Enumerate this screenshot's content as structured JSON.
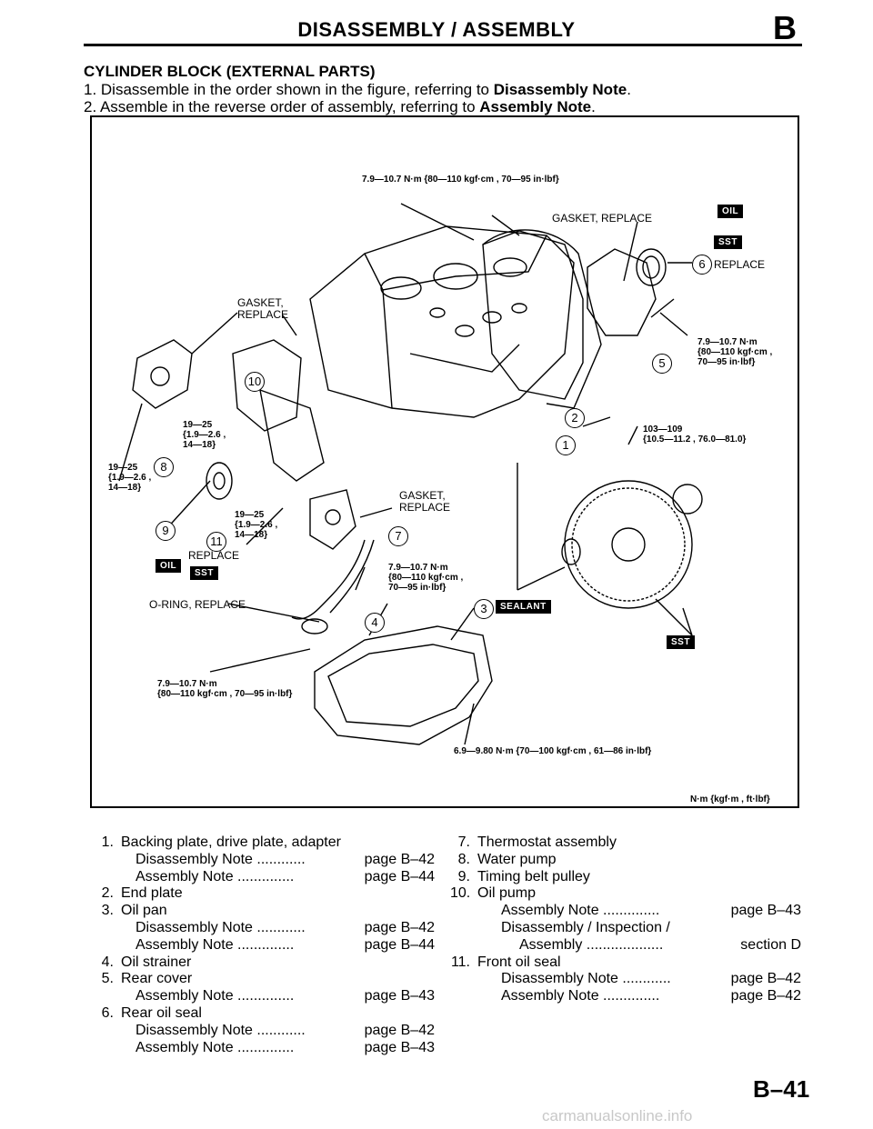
{
  "header": {
    "title": "DISASSEMBLY / ASSEMBLY",
    "section_letter": "B"
  },
  "section_title": "CYLINDER BLOCK (EXTERNAL PARTS)",
  "instructions": [
    {
      "pre": "1. Disassemble in the order shown in the figure, referring to ",
      "bold": "Disassembly Note",
      "post": "."
    },
    {
      "pre": "2. Assemble in the reverse order of assembly, referring to ",
      "bold": "Assembly Note",
      "post": "."
    }
  ],
  "figure": {
    "torque_top": "7.9—10.7 N·m {80—110 kgf·cm , 70—95 in·lbf}",
    "gasket_replace_top": "GASKET, REPLACE",
    "gasket_replace_left": [
      "GASKET,",
      "REPLACE"
    ],
    "gasket_replace_mid": [
      "GASKET,",
      "REPLACE"
    ],
    "callout_6_text": "REPLACE",
    "torque_right": [
      "7.9—10.7 N·m",
      "{80—110 kgf·cm ,",
      "70—95 in·lbf}"
    ],
    "torque_flywheel": [
      "103—109",
      "{10.5—11.2 , 76.0—81.0}"
    ],
    "torque_left_a": [
      "19—25",
      "{1.9—2.6 ,",
      "14—18}"
    ],
    "torque_left_b": [
      "19—25",
      "{1.9—2.6 ,",
      "14—18}"
    ],
    "torque_left_c": [
      "19—25",
      "{1.9—2.6 ,",
      "14—18}"
    ],
    "replace_left": "REPLACE",
    "torque_mid": [
      "7.9—10.7 N·m",
      "{80—110 kgf·cm ,",
      "70—95 in·lbf}"
    ],
    "oring_replace": "O-RING, REPLACE",
    "torque_bottom_left": [
      "7.9—10.7 N·m",
      "{80—110 kgf·cm , 70—95 in·lbf}"
    ],
    "torque_bottom": "6.9—9.80 N·m {70—100 kgf·cm , 61—86 in·lbf}",
    "units": "N·m {kgf·m , ft·lbf}",
    "sst": "SST",
    "oil": "OIL",
    "sealant": "SEALANT",
    "callouts": [
      "1",
      "2",
      "3",
      "4",
      "5",
      "6",
      "7",
      "8",
      "9",
      "10",
      "11"
    ]
  },
  "legend_left": [
    {
      "num": "1.",
      "text": "Backing plate, drive plate, adapter"
    },
    {
      "sub": "Disassembly Note",
      "dots": "............",
      "page": "page B–42"
    },
    {
      "sub": "Assembly Note",
      "dots": "..............",
      "page": "page B–44"
    },
    {
      "num": "2.",
      "text": "End plate"
    },
    {
      "num": "3.",
      "text": "Oil pan"
    },
    {
      "sub": "Disassembly Note",
      "dots": "............",
      "page": "page B–42"
    },
    {
      "sub": "Assembly Note",
      "dots": "..............",
      "page": "page B–44"
    },
    {
      "num": "4.",
      "text": "Oil strainer"
    },
    {
      "num": "5.",
      "text": "Rear cover"
    },
    {
      "sub": "Assembly Note",
      "dots": "..............",
      "page": "page B–43"
    },
    {
      "num": "6.",
      "text": "Rear oil seal"
    },
    {
      "sub": "Disassembly Note",
      "dots": "............",
      "page": "page B–42"
    },
    {
      "sub": "Assembly Note",
      "dots": "..............",
      "page": "page B–43"
    }
  ],
  "legend_right": [
    {
      "num": "7.",
      "text": "Thermostat assembly"
    },
    {
      "num": "8.",
      "text": "Water pump"
    },
    {
      "num": "9.",
      "text": "Timing belt pulley"
    },
    {
      "num": "10.",
      "text": "Oil pump"
    },
    {
      "sub": "Assembly Note",
      "dots": "..............",
      "page": "page B–43"
    },
    {
      "sub": "Disassembly / Inspection /",
      "dots": "",
      "page": ""
    },
    {
      "sub": "Assembly",
      "dots": "...................",
      "page": "section D",
      "indent": true
    },
    {
      "num": "11.",
      "text": "Front oil seal"
    },
    {
      "sub": "Disassembly Note",
      "dots": "............",
      "page": "page B–42"
    },
    {
      "sub": "Assembly Note",
      "dots": "..............",
      "page": "page B–42"
    }
  ],
  "page_number": "B–41",
  "watermark": "carmanualsonline.info"
}
